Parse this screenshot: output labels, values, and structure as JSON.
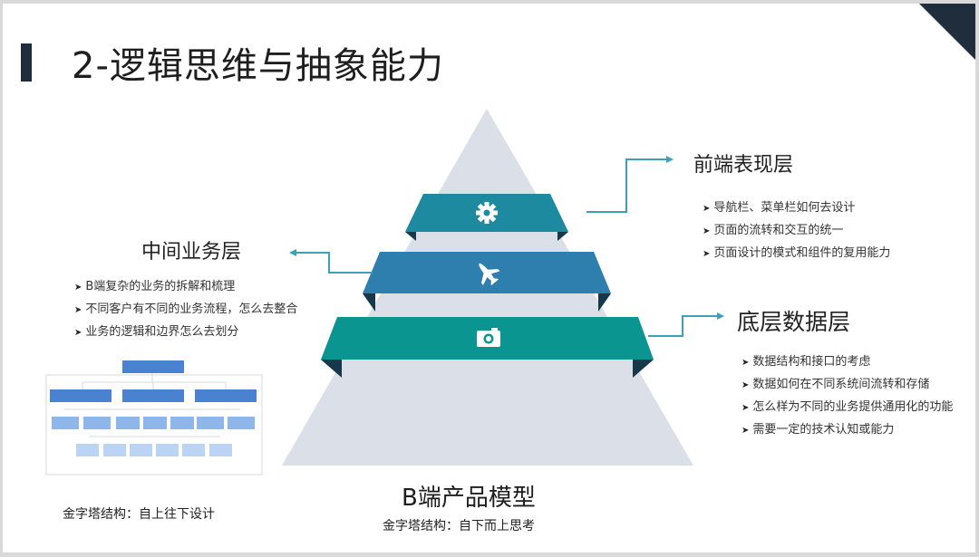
{
  "title": "2-逻辑思维与抽象能力",
  "colors": {
    "pyramid": "#dbdfe8",
    "band_top": "#1e8aa0",
    "band_mid": "#2f7fae",
    "band_bottom": "#0b9590",
    "fold_dark": "#17384a",
    "connector": "#3da0b8",
    "tree_dark": "#4a82d2",
    "tree_mid": "#8fb6ea",
    "tree_light": "#bcd4f4"
  },
  "layers": [
    {
      "title": "前端表现层",
      "icon": "gear-icon",
      "bullets": [
        "导航栏、菜单栏如何去设计",
        "页面的流转和交互的统一",
        "页面设计的模式和组件的复用能力"
      ]
    },
    {
      "title": "中间业务层",
      "icon": "airplane-icon",
      "bullets": [
        "B端复杂的业务的拆解和梳理",
        "不同客户有不同的业务流程，怎么去整合",
        "业务的逻辑和边界怎么去划分"
      ]
    },
    {
      "title": "底层数据层",
      "icon": "camera-icon",
      "bullets": [
        "数据结构和接口的考虑",
        "数据如何在不同系统间流转和存储",
        "怎么样为不同的业务提供通用化的功能",
        "需要一定的技术认知或能力"
      ]
    }
  ],
  "pyramid_caption": "B端产品模型",
  "bottom_up_caption": "金字塔结构：自下而上思考",
  "top_down_caption": "金字塔结构：自上往下设计"
}
